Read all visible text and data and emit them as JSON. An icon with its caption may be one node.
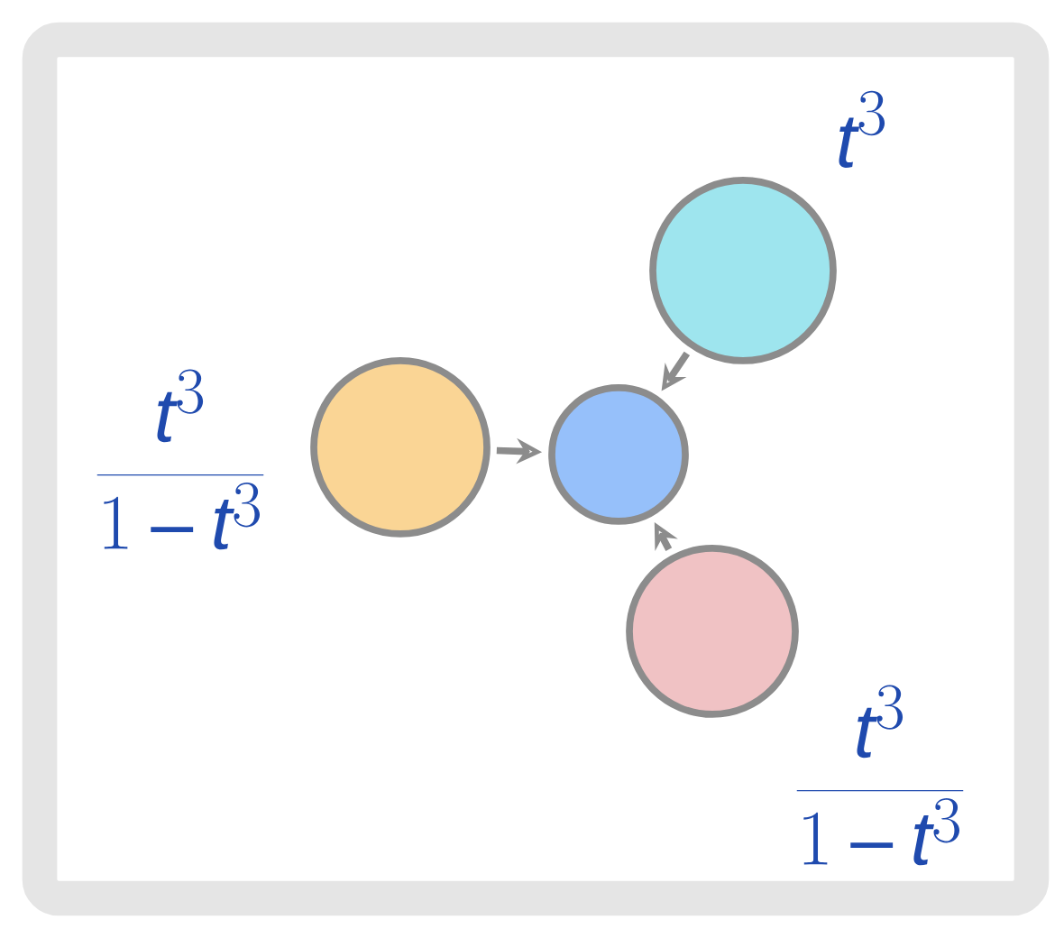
{
  "diagram": {
    "nodes": [
      {
        "text": [],
        "shape": "circle",
        "beside": [
          "t^3"
        ]
      },
      {
        "text": [],
        "shape": "circle",
        "beside": [
          "\\frac{t^3}{1-t^3}"
        ]
      },
      {
        "text": [],
        "shape": "circle"
      },
      {
        "text": [],
        "shape": "circle",
        "beside": [
          "\\frac{t^3}{1-t^3}"
        ]
      }
    ],
    "edges": [
      {
        "from": 0,
        "to": 2,
        "arrow": "to"
      },
      {
        "from": 1,
        "to": 2,
        "arrow": "to"
      },
      {
        "from": 3,
        "to": 2,
        "arrow": "to"
      }
    ]
  }
}
